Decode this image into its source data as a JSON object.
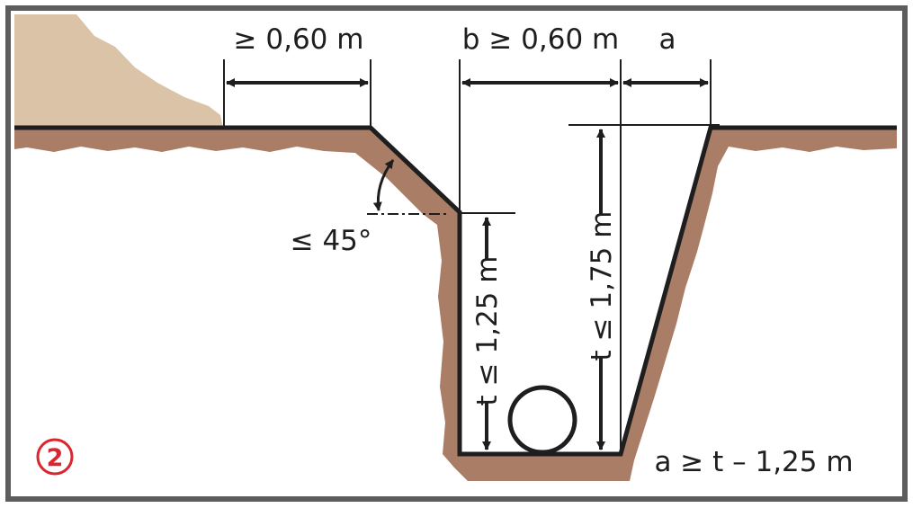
{
  "labels": {
    "berm_width": "≥ 0,60 m",
    "trench_width": "b ≥ 0,60 m",
    "offset": "a",
    "angle": "≤ 45°",
    "depth_vertical": "t ≤ 1,25 m",
    "depth_sloped": "t ≤ 1,75 m",
    "formula": "a ≥ t – 1,25 m"
  },
  "figure_number": "2",
  "colors": {
    "frame": "#5d5d5d",
    "soil": "#a97d66",
    "spoil_heap": "#dbc3a8",
    "line": "#1e1e1e",
    "marker": "#d9262f",
    "background": "#ffffff"
  }
}
